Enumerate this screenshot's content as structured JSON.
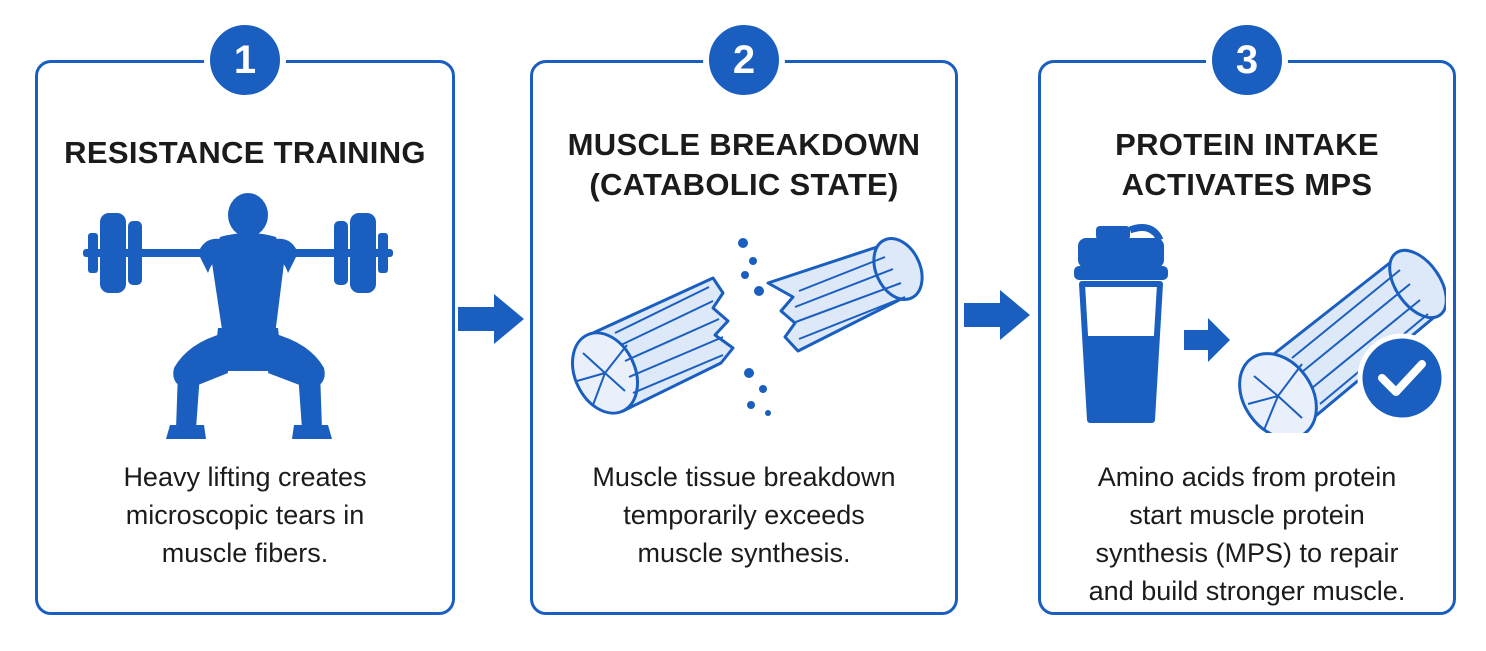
{
  "steps": [
    {
      "number": "1",
      "title_lines": [
        "RESISTANCE TRAINING"
      ],
      "description_lines": [
        "Heavy lifting creates",
        "microscopic tears in",
        "muscle fibers."
      ],
      "icon": "weightlifter-squat-icon"
    },
    {
      "number": "2",
      "title_lines": [
        "MUSCLE BREAKDOWN",
        "(CATABOLIC STATE)"
      ],
      "description_lines": [
        "Muscle tissue breakdown",
        "temporarily exceeds",
        "muscle synthesis."
      ],
      "icon": "broken-muscle-fiber-icon"
    },
    {
      "number": "3",
      "title_lines": [
        "PROTEIN INTAKE",
        "ACTIVATES MPS"
      ],
      "description_lines": [
        "Amino acids from protein",
        "start muscle protein",
        "synthesis (MPS) to repair",
        "and build stronger muscle."
      ],
      "icon": "protein-shaker-to-repaired-muscle-icon"
    }
  ],
  "colors": {
    "accent": "#1a5fbf",
    "text": "#1b1b1b",
    "background": "#ffffff"
  }
}
